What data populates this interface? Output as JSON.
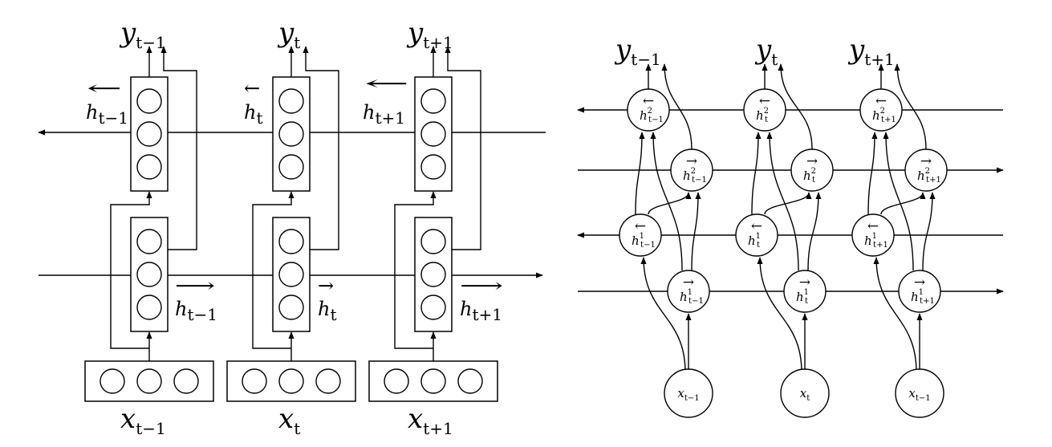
{
  "left": {
    "outputs": [
      {
        "base": "y",
        "sub": "t−1"
      },
      {
        "base": "y",
        "sub": "t"
      },
      {
        "base": "y",
        "sub": "t+1"
      }
    ],
    "inputs": [
      {
        "base": "x",
        "sub": "t−1"
      },
      {
        "base": "x",
        "sub": "t"
      },
      {
        "base": "x",
        "sub": "t+1"
      }
    ],
    "backward": [
      {
        "base": "h",
        "sub": "t−1",
        "arrow": "←"
      },
      {
        "base": "h",
        "sub": "t",
        "arrow": "←"
      },
      {
        "base": "h",
        "sub": "t+1",
        "arrow": "←"
      }
    ],
    "forward": [
      {
        "base": "h",
        "sub": "t−1",
        "arrow": "⟶"
      },
      {
        "base": "h",
        "sub": "t",
        "arrow": "→"
      },
      {
        "base": "h",
        "sub": "t+1",
        "arrow": "⟶"
      }
    ]
  },
  "right": {
    "outputs": [
      {
        "base": "y",
        "sub": "t−1"
      },
      {
        "base": "y",
        "sub": "t"
      },
      {
        "base": "y",
        "sub": "t+1"
      }
    ],
    "inputs": [
      {
        "base": "x",
        "sub": "t−1"
      },
      {
        "base": "x",
        "sub": "t"
      },
      {
        "base": "x",
        "sub": "t−1"
      }
    ],
    "layers": [
      {
        "name": "backward-2",
        "sup": "2",
        "arrow": "←",
        "subs": [
          "t−1",
          "t",
          "t+1"
        ]
      },
      {
        "name": "forward-2",
        "sup": "2",
        "arrow": "→",
        "subs": [
          "t−1",
          "t",
          "t+1"
        ]
      },
      {
        "name": "backward-1",
        "sup": "1",
        "arrow": "←",
        "subs": [
          "t−1",
          "t",
          "t+1"
        ]
      },
      {
        "name": "forward-1",
        "sup": "1",
        "arrow": "→",
        "subs": [
          "t−1",
          "t",
          "t+1"
        ]
      }
    ],
    "node_base": "h"
  }
}
